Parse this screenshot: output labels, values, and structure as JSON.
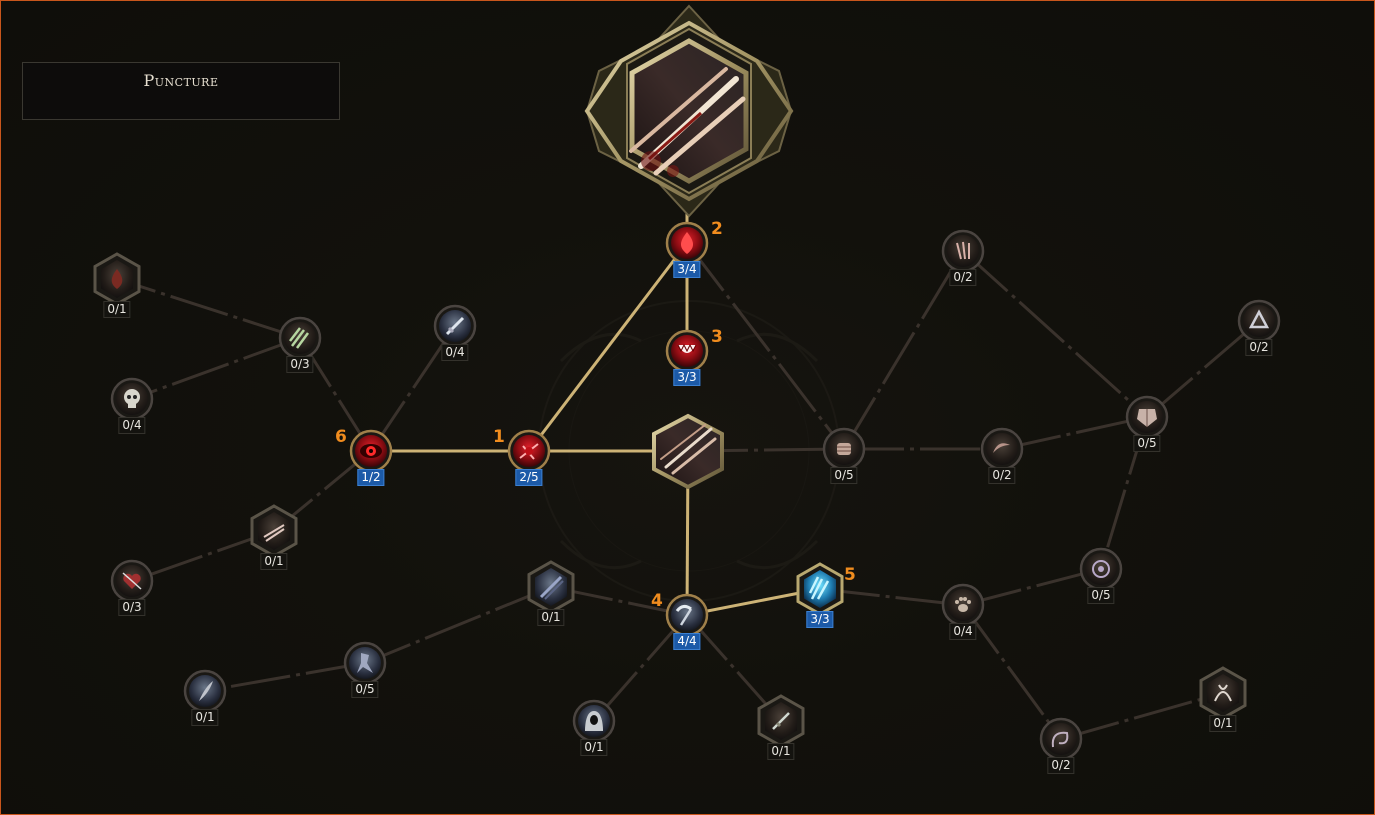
{
  "title": "Puncture",
  "colors": {
    "frame": "#c8561c",
    "active_line": "#cdb376",
    "inactive_line": "#3a322c",
    "allocated_badge": "#1c5aa8",
    "order_number": "#f08c1e"
  },
  "nodes": [
    {
      "id": "n-blood-root",
      "icon": "blood-drop-icon",
      "points": "3/4",
      "allocated": true,
      "order": "2"
    },
    {
      "id": "n-maw",
      "icon": "fanged-maw-icon",
      "points": "3/3",
      "allocated": true,
      "order": "3"
    },
    {
      "id": "n-slash",
      "icon": "bleeding-slash-icon",
      "points": "2/5",
      "allocated": true,
      "order": "1"
    },
    {
      "id": "n-eye",
      "icon": "blood-eye-icon",
      "points": "1/2",
      "allocated": true,
      "order": "6"
    },
    {
      "id": "n-scythe",
      "icon": "scythe-icon",
      "points": "4/4",
      "allocated": true,
      "order": "4"
    },
    {
      "id": "n-frost",
      "icon": "ice-daggers-icon",
      "points": "3/3",
      "allocated": true,
      "order": "5"
    },
    {
      "id": "n-drop-dark",
      "icon": "dark-drop-icon",
      "points": "0/1",
      "allocated": false,
      "order": ""
    },
    {
      "id": "n-claws-green",
      "icon": "green-claws-icon",
      "points": "0/3",
      "allocated": false,
      "order": ""
    },
    {
      "id": "n-skull",
      "icon": "skull-icon",
      "points": "0/4",
      "allocated": false,
      "order": ""
    },
    {
      "id": "n-sword",
      "icon": "sword-icon",
      "points": "0/4",
      "allocated": false,
      "order": ""
    },
    {
      "id": "n-blades",
      "icon": "twin-blades-icon",
      "points": "0/1",
      "allocated": false,
      "order": ""
    },
    {
      "id": "n-heart",
      "icon": "pierced-heart-icon",
      "points": "0/3",
      "allocated": false,
      "order": ""
    },
    {
      "id": "n-feather",
      "icon": "feather-icon",
      "points": "0/1",
      "allocated": false,
      "order": ""
    },
    {
      "id": "n-rogue",
      "icon": "rogue-silhouette-icon",
      "points": "0/5",
      "allocated": false,
      "order": ""
    },
    {
      "id": "n-shadow-slash",
      "icon": "shadow-slash-icon",
      "points": "0/1",
      "allocated": false,
      "order": ""
    },
    {
      "id": "n-hood",
      "icon": "hooded-figure-icon",
      "points": "0/1",
      "allocated": false,
      "order": ""
    },
    {
      "id": "n-dagger",
      "icon": "dagger-icon",
      "points": "0/1",
      "allocated": false,
      "order": ""
    },
    {
      "id": "n-fist",
      "icon": "clenched-fist-icon",
      "points": "0/5",
      "allocated": false,
      "order": ""
    },
    {
      "id": "n-claw-marks",
      "icon": "claw-marks-icon",
      "points": "0/2",
      "allocated": false,
      "order": ""
    },
    {
      "id": "n-horn",
      "icon": "horn-icon",
      "points": "0/2",
      "allocated": false,
      "order": ""
    },
    {
      "id": "n-armor",
      "icon": "chest-armor-icon",
      "points": "0/5",
      "allocated": false,
      "order": ""
    },
    {
      "id": "n-triad",
      "icon": "triad-icon",
      "points": "0/2",
      "allocated": false,
      "order": ""
    },
    {
      "id": "n-vortex",
      "icon": "vortex-icon",
      "points": "0/5",
      "allocated": false,
      "order": ""
    },
    {
      "id": "n-beast",
      "icon": "beast-paw-icon",
      "points": "0/4",
      "allocated": false,
      "order": ""
    },
    {
      "id": "n-whip",
      "icon": "whip-icon",
      "points": "0/2",
      "allocated": false,
      "order": ""
    },
    {
      "id": "n-treant",
      "icon": "twisted-roots-icon",
      "points": "0/1",
      "allocated": false,
      "order": ""
    }
  ]
}
